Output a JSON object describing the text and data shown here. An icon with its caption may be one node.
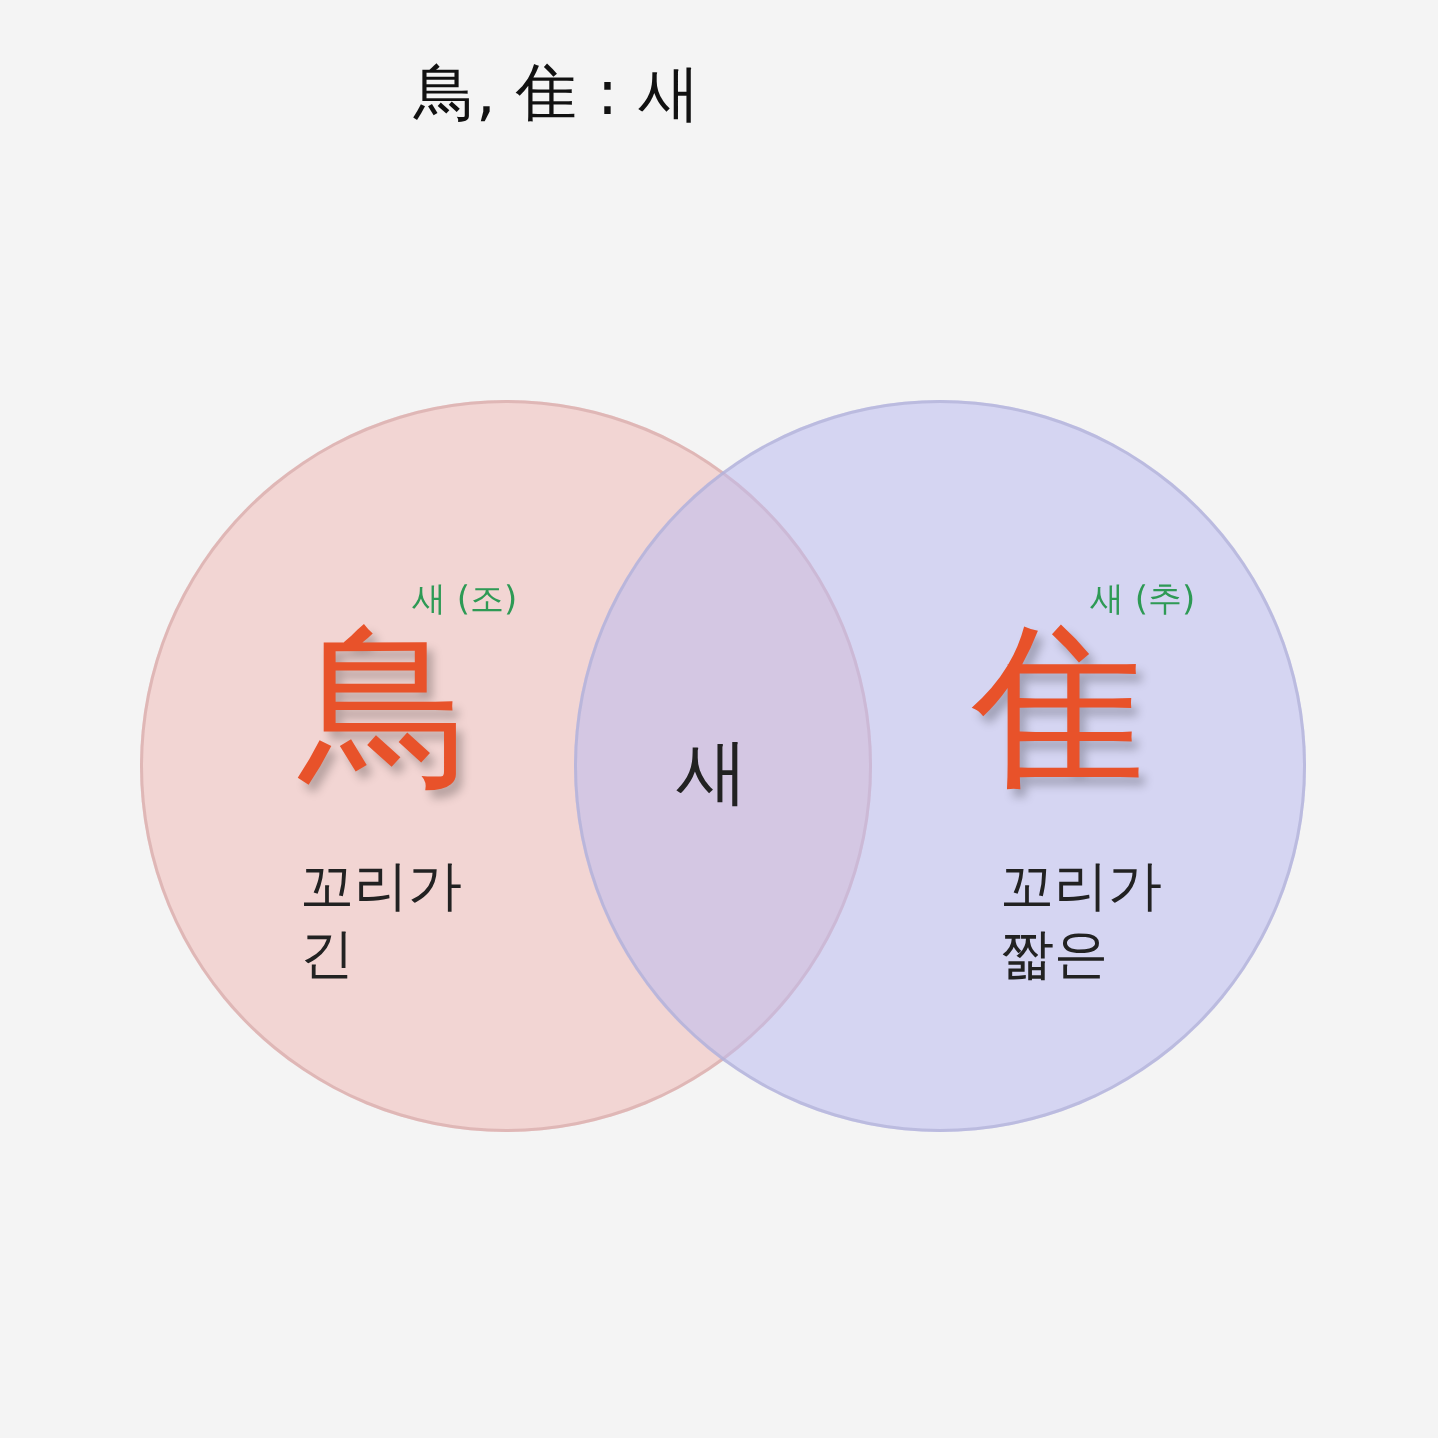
{
  "diagram": {
    "title": "鳥, 隹 : 새",
    "nodes": [
      {
        "text": [
          "새 (조)",
          "鳥",
          "꼬리가 긴"
        ]
      },
      {
        "text": [
          "새 (추)",
          "隹",
          "꼬리가 짧은"
        ]
      }
    ],
    "labels": [
      "새"
    ]
  }
}
